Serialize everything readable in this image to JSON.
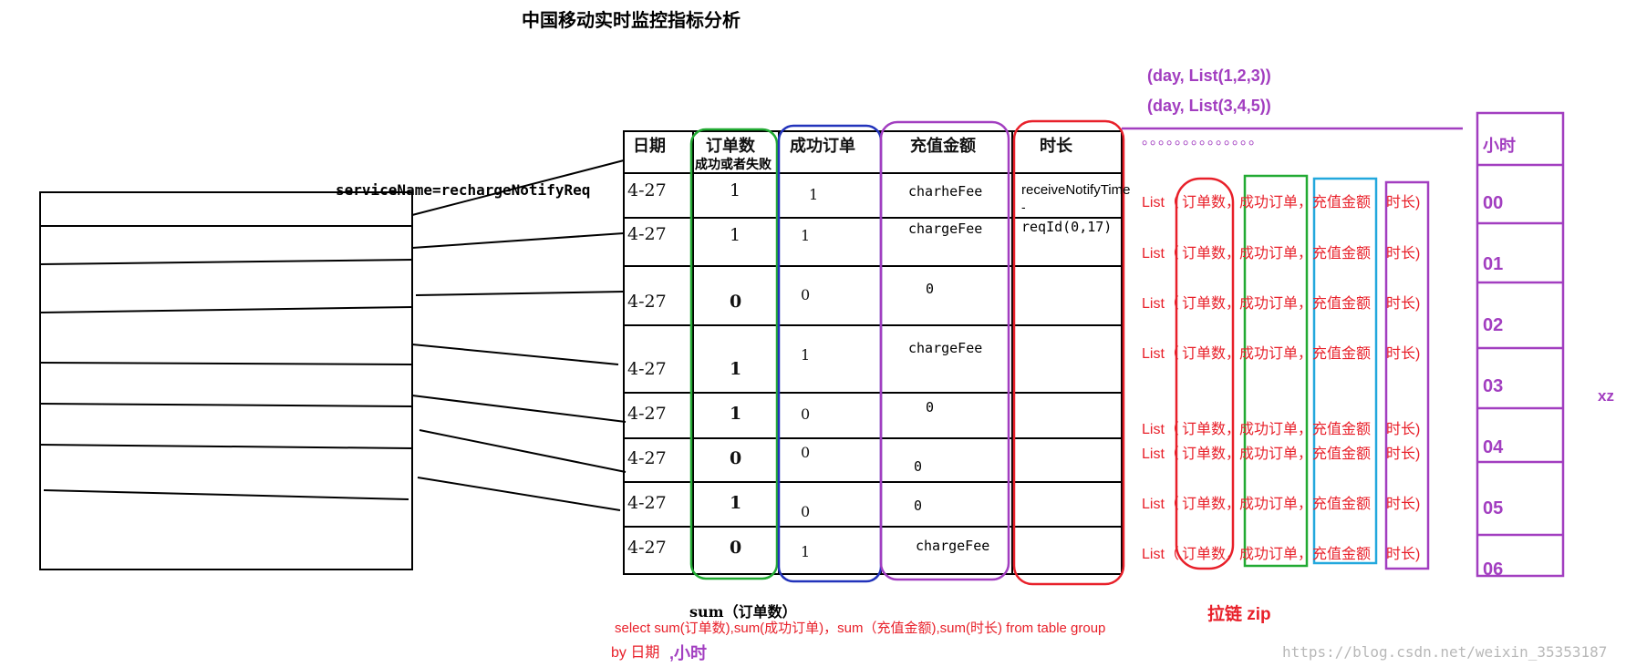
{
  "title": "中国移动实时监控指标分析",
  "service_label": "serviceName=rechargeNotifyReq",
  "table": {
    "headers": [
      "日期",
      "订单数",
      "成功订单",
      "充值金额",
      "时长"
    ],
    "order_subheader": "成功或者失败",
    "rows": [
      {
        "date": "4-27",
        "orders": "1",
        "success": "1",
        "amount": "charheFee",
        "duration": "receiveNotifyTime"
      },
      {
        "date": "4-27",
        "orders": "1",
        "success": "1",
        "amount": "chargeFee",
        "duration": "reqId(0,17)"
      },
      {
        "date": "4-27",
        "orders": "0",
        "success": "0",
        "amount": "0",
        "duration": ""
      },
      {
        "date": "4-27",
        "orders": "1",
        "success": "1",
        "amount": "chargeFee",
        "duration": ""
      },
      {
        "date": "4-27",
        "orders": "1",
        "success": "0",
        "amount": "0",
        "duration": ""
      },
      {
        "date": "4-27",
        "orders": "0",
        "success": "0",
        "amount": "0",
        "duration": ""
      },
      {
        "date": "4-27",
        "orders": "1",
        "success": "0",
        "amount": "0",
        "duration": ""
      },
      {
        "date": "4-27",
        "orders": "0",
        "success": "1",
        "amount": "chargeFee",
        "duration": ""
      }
    ],
    "duration_dash": "-"
  },
  "tuples": [
    "(day, List(1,2,3))",
    "(day, List(3,4,5))"
  ],
  "dots": "。。。。。。。。。。。。。。",
  "list_row": {
    "prefix": "List（",
    "orders": "订单数，",
    "success": "成功订单，",
    "amount": "充值金额",
    "duration": "时长)"
  },
  "hours": {
    "header": "小时",
    "values": [
      "00",
      "01",
      "02",
      "03",
      "04",
      "05",
      "06"
    ]
  },
  "side_label": "xz",
  "sum_label": "sum（订单数）",
  "sql_text": "select sum(订单数),sum(成功订单)，sum（充值金额),sum(时长) from table group",
  "sql_by": "by 日期",
  "sql_hour": ",小时",
  "zip_label": "拉链 zip",
  "watermark": "https://blog.csdn.net/weixin_35353187",
  "colors": {
    "red": "#e8202a",
    "green": "#22aa33",
    "blue": "#2233bb",
    "purple": "#a23ec0",
    "cyan": "#22a8dd",
    "black": "#000000"
  }
}
